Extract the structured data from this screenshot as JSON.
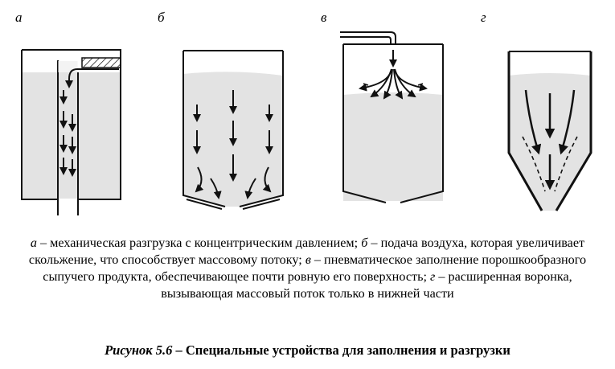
{
  "panels": [
    {
      "letter": "а",
      "description": "механическая разгрузка с концентрическим давлением;"
    },
    {
      "letter": "б",
      "description": "подача воздуха, которая увеличивает скольжение, что способствует массовому потоку;"
    },
    {
      "letter": "в",
      "description": "пневматическое заполнение порошкообразного сыпучего продукта, обеспечивающее почти ровную его поверхность;"
    },
    {
      "letter": "г",
      "description": "расширенная воронка, вызывающая массовый поток только в нижней части"
    }
  ],
  "caption_separator": "–",
  "figure": {
    "number": "Рисунок 5.6",
    "dash": "–",
    "title": "Специальные устройства для заполнения и разгрузки"
  },
  "colors": {
    "powder": "#e3e3e3",
    "outline": "#111111",
    "background": "#ffffff"
  }
}
